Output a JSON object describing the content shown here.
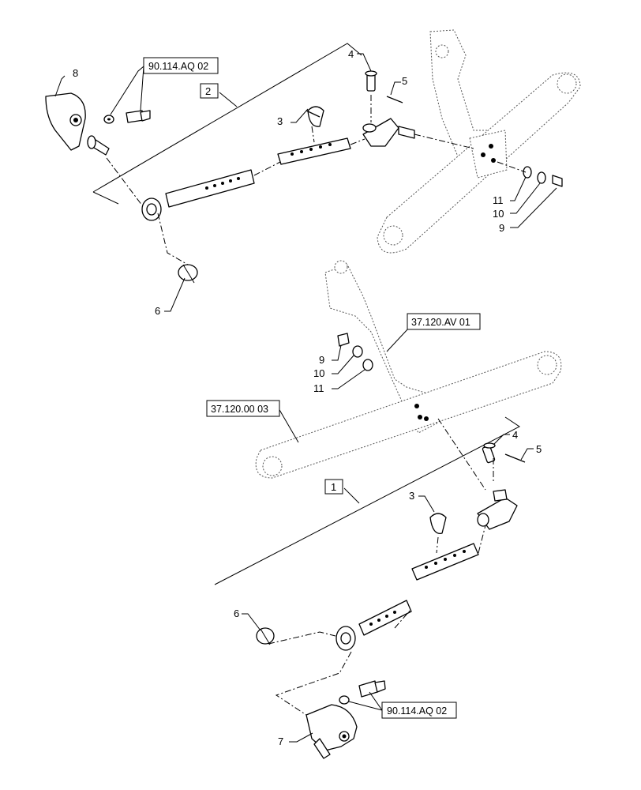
{
  "callouts": {
    "c8": "8",
    "c4_top": "4",
    "c5_top": "5",
    "c2": "2",
    "c3_top": "3",
    "c11_top": "11",
    "c10_top": "10",
    "c9_top": "9",
    "c6_top": "6",
    "c9_mid": "9",
    "c10_mid": "10",
    "c11_mid": "11",
    "c4_bot": "4",
    "c5_bot": "5",
    "c1": "1",
    "c3_bot": "3",
    "c6_bot": "6",
    "c7": "7"
  },
  "references": {
    "ref_top_bolt": "90.114.AQ 02",
    "ref_mid_arm": "37.120.AV 01",
    "ref_mid_beam": "37.120.00 03",
    "ref_bot_bolt": "90.114.AQ 02"
  }
}
